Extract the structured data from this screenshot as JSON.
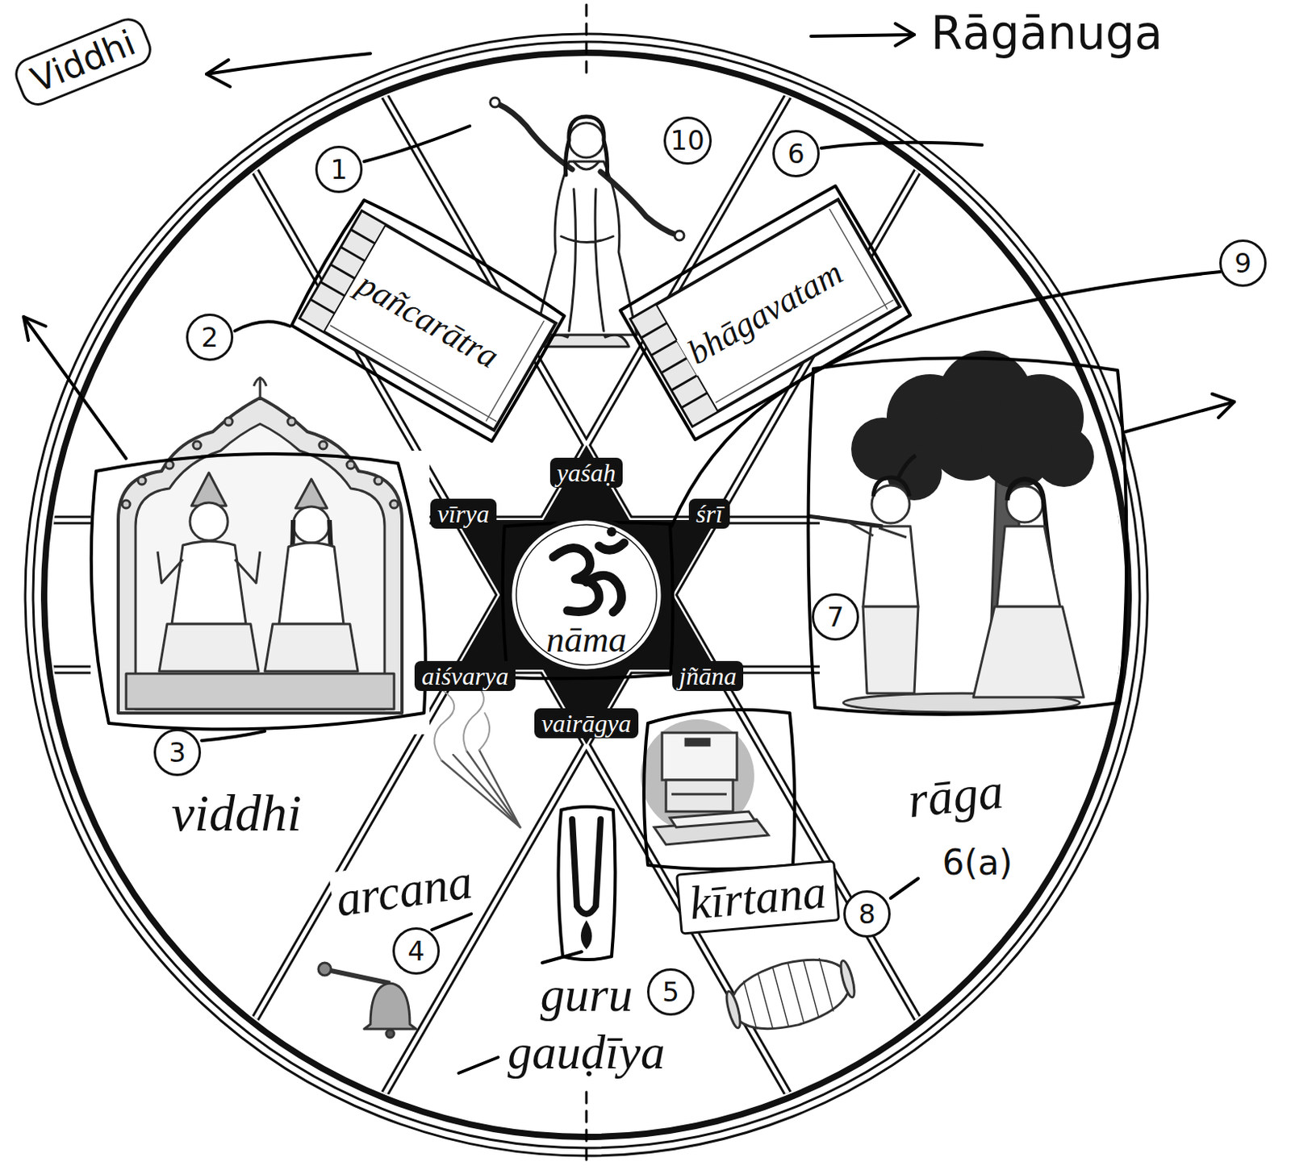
{
  "diagram": {
    "nodes": [
      {
        "text": [
          "Viddhi"
        ]
      },
      {
        "text": [
          "pañcarātra"
        ]
      },
      {
        "text": [
          "bhāgavatam"
        ]
      },
      {
        "text": [
          "yaśaḥ"
        ]
      },
      {
        "text": [
          "vīrya"
        ]
      },
      {
        "text": [
          "śrī"
        ]
      },
      {
        "text": [
          "nāma"
        ]
      },
      {
        "text": [
          "aiśvarya"
        ]
      },
      {
        "text": [
          "jñāna"
        ]
      },
      {
        "text": [
          "vairāgya"
        ]
      },
      {
        "text": [
          "kīrtana"
        ]
      }
    ],
    "labels": [
      "Rāgānuga",
      "1",
      "10",
      "6",
      "9",
      "2",
      "7",
      "3",
      "viddhi",
      "rāga",
      "6(a)",
      "8",
      "arcana",
      "4",
      "5",
      "guru",
      "gauḍīya"
    ]
  }
}
